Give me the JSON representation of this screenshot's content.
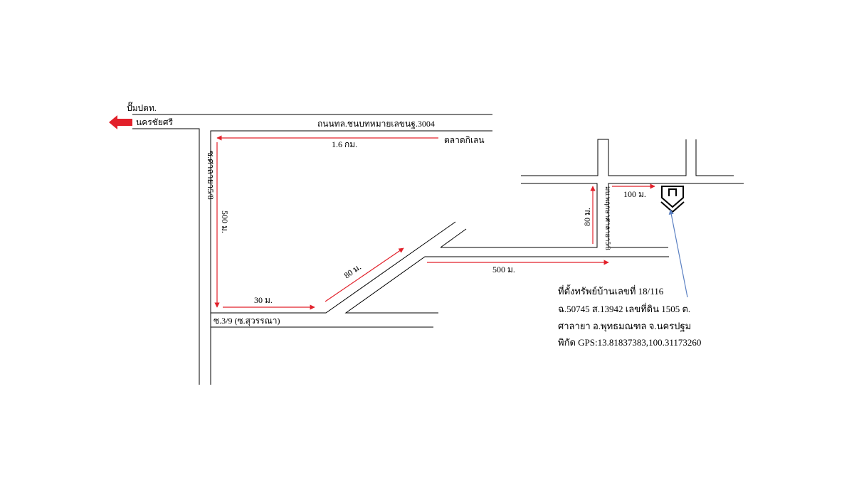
{
  "labels": {
    "gas_station": "ปั๊มปตท.",
    "nakhon_chai_si": "นครชัยศรี",
    "main_road": "ถนนทล.ชนบทหมายเลขนฐ.3004",
    "market": "ตลาดกิเลน",
    "soi_salaya": "ซ.ศาลายา5/8",
    "soi_3_9": "ซ.3/9 (ซ.สุวรรณา)",
    "village": "มบ.พฤกษาศาลายา5/8"
  },
  "distances": {
    "d_1_6km": "1.6 กม.",
    "d_500_vertical": "500 ม.",
    "d_30": "30 ม.",
    "d_80_diag": "80 ม.",
    "d_500_horizontal": "500 ม.",
    "d_80_vertical": "80 ม.",
    "d_100": "100 ม."
  },
  "property_info": {
    "line1": "ที่ตั้งทรัพย์บ้านเลขที่ 18/116",
    "line2": "ฉ.50745 ส.13942 เลขที่ดิน 1505 ต.",
    "line3": "ศาลายา อ.พุทธมณฑล จ.นครปฐม",
    "line4": "พิกัด GPS:13.81837383,100.31173260"
  },
  "colors": {
    "route": "#e2202a",
    "pointer": "#5b80c2",
    "road": "#000000"
  },
  "icons": {
    "direction_arrow": "left-arrow-icon",
    "property_marker": "house-pin-icon"
  }
}
